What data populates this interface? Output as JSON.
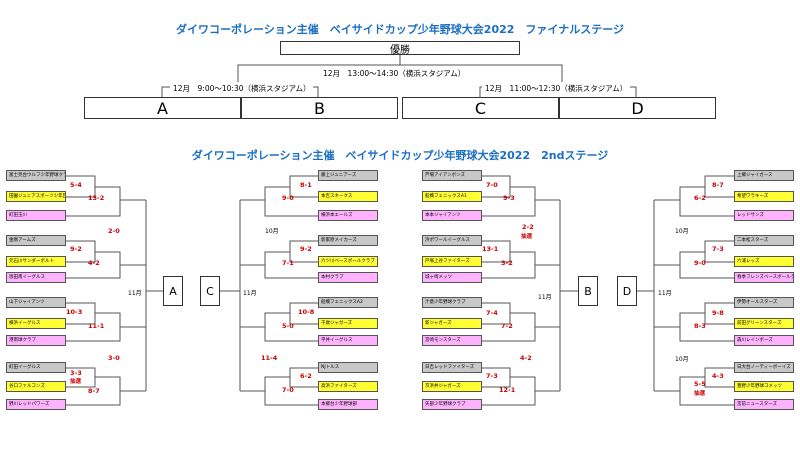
{
  "final_title": "ダイワコーポレーション主催　ベイサイドカップ少年野球大会2022　ファイナルステージ",
  "second_title": "ダイワコーポレーション主催　ベイサイドカップ少年野球大会2022　2ndステージ",
  "final": {
    "champion_label": "優勝",
    "final_schedule": "12月　13:00〜14:30（横浜スタジアム）",
    "semi_left_schedule": "12月　9:00〜10:30（横浜スタジアム）",
    "semi_right_schedule": "12月　11:00〜12:30（横浜スタジアム）",
    "slots": [
      "A",
      "B",
      "C",
      "D"
    ]
  },
  "blocks": {
    "A": {
      "label": "A",
      "date": "11月",
      "teams": [
        "富士見台ウルフ少年野球クラブ",
        "田園ジュニアスポーツ少年団",
        "町田玉川",
        "金剛アームズ",
        "元石川サンダーボルト",
        "恩田南イーグルス",
        "山下ジャイアンツ",
        "横浜イーグルス",
        "港南球クラブ",
        "町田イーグルス",
        "谷口ファルコンズ",
        "野川レッドパワーズ"
      ],
      "scores": [
        "5-4",
        "13-2",
        "9-2",
        "4-2",
        "2-0",
        "10-3",
        "11-1",
        "3-0",
        "3-3",
        "8-7"
      ],
      "notes": [
        "抽選"
      ]
    },
    "C": {
      "label": "C",
      "date": "11月",
      "sub_date": "10月",
      "teams": [
        "藤上ジュニアーズ",
        "本吉スネークス",
        "横浜本エールズ",
        "新家原メイカーズ",
        "六ツ川ベースボールクラブ",
        "本村クラブ",
        "船橋フェニックスA2",
        "千歳ジャガーズ",
        "平井イーグルス",
        "NJトルス",
        "高浜ファイターズ",
        "本郷台少年野球部"
      ],
      "scores": [
        "8-1",
        "9-0",
        "9-2",
        "7-1",
        "10-8",
        "5-0",
        "6-2",
        "7-0",
        "11-4"
      ],
      "notes": []
    },
    "B": {
      "label": "B",
      "date": "11月",
      "teams": [
        "芦場アイアンボンズ",
        "船橋フェニックスA1",
        "本本ジャイアンツ",
        "浜ポワールイーグルス",
        "戸塚上谷ファイターズ",
        "城ヶ崎メッツ",
        "汁意少年野球クラブ",
        "新ジャガーズ",
        "宮崎モンスターズ",
        "日吉レッドファイターズ",
        "京浜井ジャガーズ",
        "矢部少年野球クラブ"
      ],
      "scores": [
        "7-0",
        "9-3",
        "2-2",
        "13-1",
        "3-2",
        "7-4",
        "7-2",
        "4-2",
        "7-3",
        "12-1"
      ],
      "notes": [
        "抽選"
      ]
    },
    "D": {
      "label": "D",
      "date": "11月",
      "sub_date": "10月",
      "sub_date2": "10月",
      "teams": [
        "上郷ジャイガース",
        "希望ワラキーズ",
        "レッドサンズ",
        "二本松スターズ",
        "六浦レッズ",
        "春季フレンズベースボールクラブ",
        "伊勢オールスターズ",
        "前田グリーンスターズ",
        "森川レインボーズ",
        "日大台ノーティーボーイズ",
        "豊野少年野球コメッツ",
        "宮前ニュースターズ"
      ],
      "scores": [
        "8-7",
        "6-2",
        "7-3",
        "9-0",
        "9-8",
        "8-3",
        "4-3",
        "5-5"
      ],
      "notes": [
        "抽選"
      ]
    }
  }
}
